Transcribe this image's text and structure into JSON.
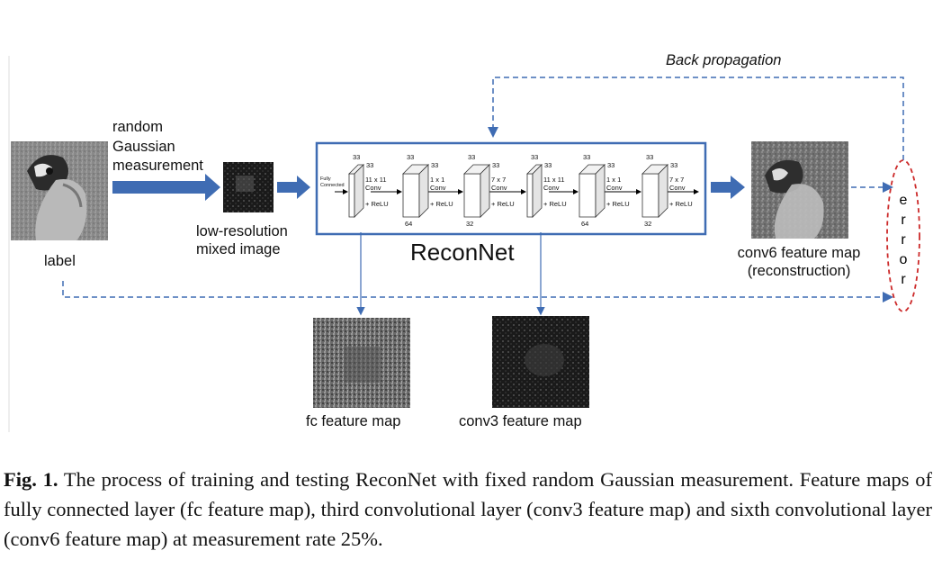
{
  "labels": {
    "back_propagation": "Back propagation",
    "random_line1": "random",
    "random_line2": "Gaussian",
    "random_line3": "measurement",
    "lowres_line1": "low-resolution",
    "lowres_line2": "mixed image",
    "label": "label",
    "reconnet": "ReconNet",
    "conv6_line1": "conv6 feature map",
    "conv6_line2": "(reconstruction)",
    "fc_map": "fc feature map",
    "conv3_map": "conv3 feature map",
    "error_letters": [
      "e",
      "r",
      "r",
      "o",
      "r"
    ]
  },
  "network": {
    "fully_connected": [
      "Fully",
      "Connected"
    ],
    "blocks": [
      {
        "top": "33",
        "side": "33",
        "op1": "11 x 11",
        "op2": "Conv",
        "act": "+ ReLU",
        "depth": ""
      },
      {
        "top": "33",
        "side": "33",
        "op1": "1 x 1",
        "op2": "Conv",
        "act": "+ ReLU",
        "depth": "64"
      },
      {
        "top": "33",
        "side": "33",
        "op1": "7 x 7",
        "op2": "Conv",
        "act": "+ ReLU",
        "depth": "32"
      },
      {
        "top": "33",
        "side": "33",
        "op1": "11 x 11",
        "op2": "Conv",
        "act": "+ ReLU",
        "depth": ""
      },
      {
        "top": "33",
        "side": "33",
        "op1": "1 x 1",
        "op2": "Conv",
        "act": "+ ReLU",
        "depth": "64"
      },
      {
        "top": "33",
        "side": "33",
        "op1": "7 x 7",
        "op2": "Conv",
        "act": "+ ReLU",
        "depth": "32"
      }
    ]
  },
  "caption": {
    "prefix": "Fig. 1.",
    "text": "The process of training and testing ReconNet with fixed random Gaussian measurement. Feature maps of fully connected layer (fc feature map), third convolutional layer (conv3 feature map) and sixth convolutional layer (conv6 feature map) at measurement rate 25%."
  },
  "colors": {
    "arrow_fill": "#3f6cb3",
    "box_border": "#3f6cb3",
    "dashed": "#3f6cb3",
    "error_ellipse": "#cc2a2a"
  }
}
